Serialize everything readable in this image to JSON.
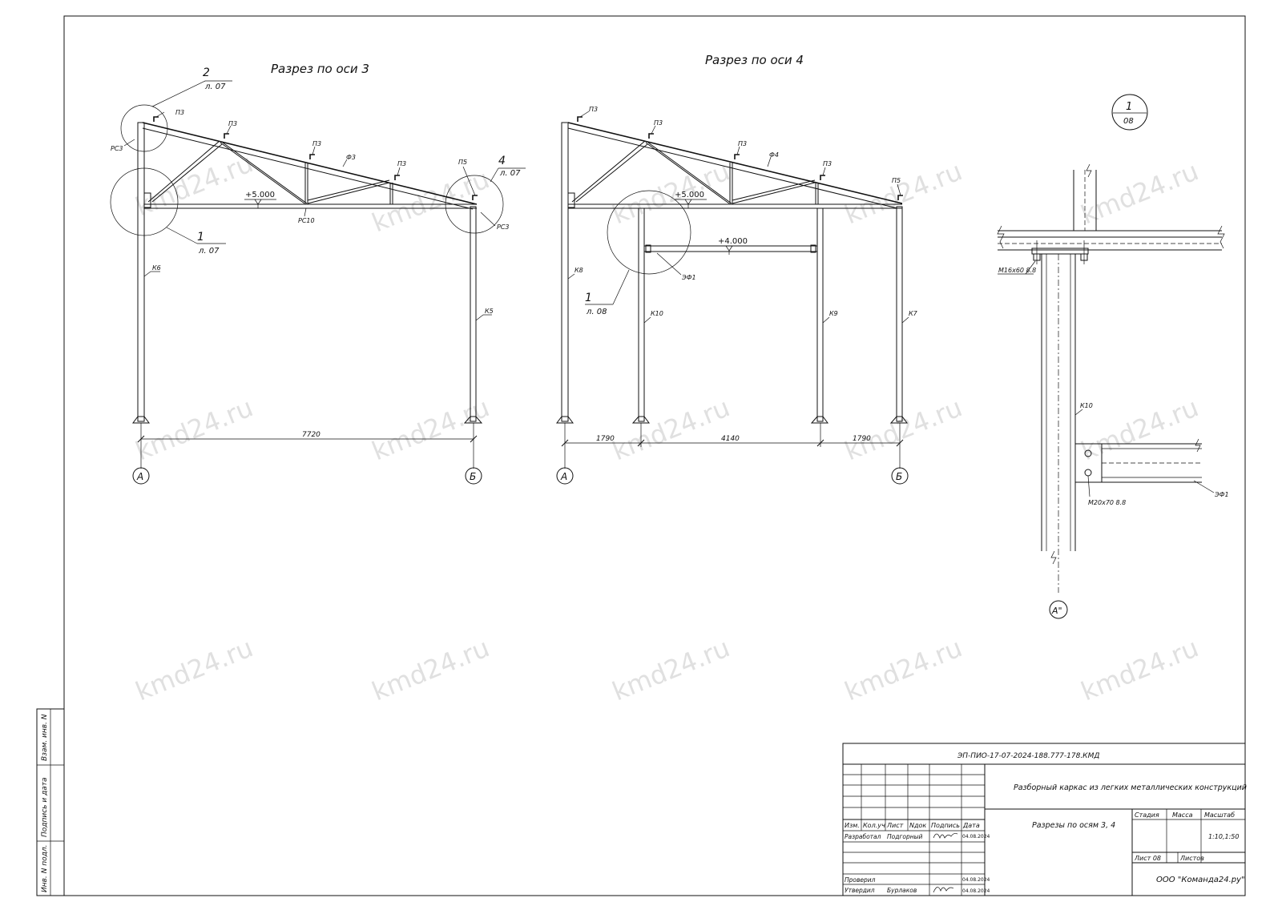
{
  "sections": {
    "left_title": "Разрез по оси 3",
    "right_title": "Разрез по оси 4"
  },
  "left_frame": {
    "node_2": "2",
    "node_2_sheet": "л. 07",
    "node_1": "1",
    "node_1_sheet": "л. 07",
    "node_4": "4",
    "node_4_sheet": "л. 07",
    "purlins": [
      "П3",
      "П3",
      "П3",
      "П3",
      "П5"
    ],
    "rafter": "Ф3",
    "col_left": "К6",
    "col_right": "К5",
    "rc_top_left": "РС3",
    "rc_mid": "РС10",
    "rc_right": "РС3",
    "level": "+5.000",
    "dim": "7720",
    "axis_a": "А",
    "axis_b": "Б"
  },
  "right_frame": {
    "purlins": [
      "П3",
      "П3",
      "П3",
      "П3",
      "П5"
    ],
    "rafter": "Ф4",
    "node_1": "1",
    "node_1_sheet": "л. 08",
    "level_top": "+5.000",
    "level_beam": "+4.000",
    "beam": "ЭФ1",
    "cols": [
      "К8",
      "К10",
      "К9",
      "К7"
    ],
    "dims": [
      "1790",
      "4140",
      "1790"
    ],
    "axis_a": "А",
    "axis_b": "Б"
  },
  "detail": {
    "num": "1",
    "sheet": "08",
    "bolt_top": "М16х60 8.8",
    "bolt_bottom": "М20х70 8.8",
    "col": "К10",
    "beam": "ЭФ1",
    "axis": "А\""
  },
  "left_stamp": [
    "Взам. инв. N",
    "Подпись и дата",
    "Инв. N подл."
  ],
  "watermark": "kmd24.ru",
  "title_block": {
    "code": "ЭП-ПИО-17-07-2024-188.777-178.КМД",
    "project": "Разборный каркас из легких металлических конструкций",
    "sheet_name": "Разрезы по осям 3, 4",
    "headers": [
      "Изм.",
      "Кол.уч",
      "Лист",
      "Nдок",
      "Подпись",
      "Дата"
    ],
    "rows": [
      {
        "role": "Разработал",
        "name": "Подгорный",
        "date": "04.08.2024"
      },
      {
        "role": "Проверил",
        "name": "",
        "date": "04.08.2024"
      },
      {
        "role": "Утвердил",
        "name": "Бурлаков",
        "date": "04.08.2024"
      }
    ],
    "stage": "Стадия",
    "mass": "Масса",
    "scale_label": "Масштаб",
    "scale": "1:10,1:50",
    "sheet_no": "Лист 08",
    "sheets": "Листов",
    "company": "ООО \"Команда24.ру\""
  }
}
